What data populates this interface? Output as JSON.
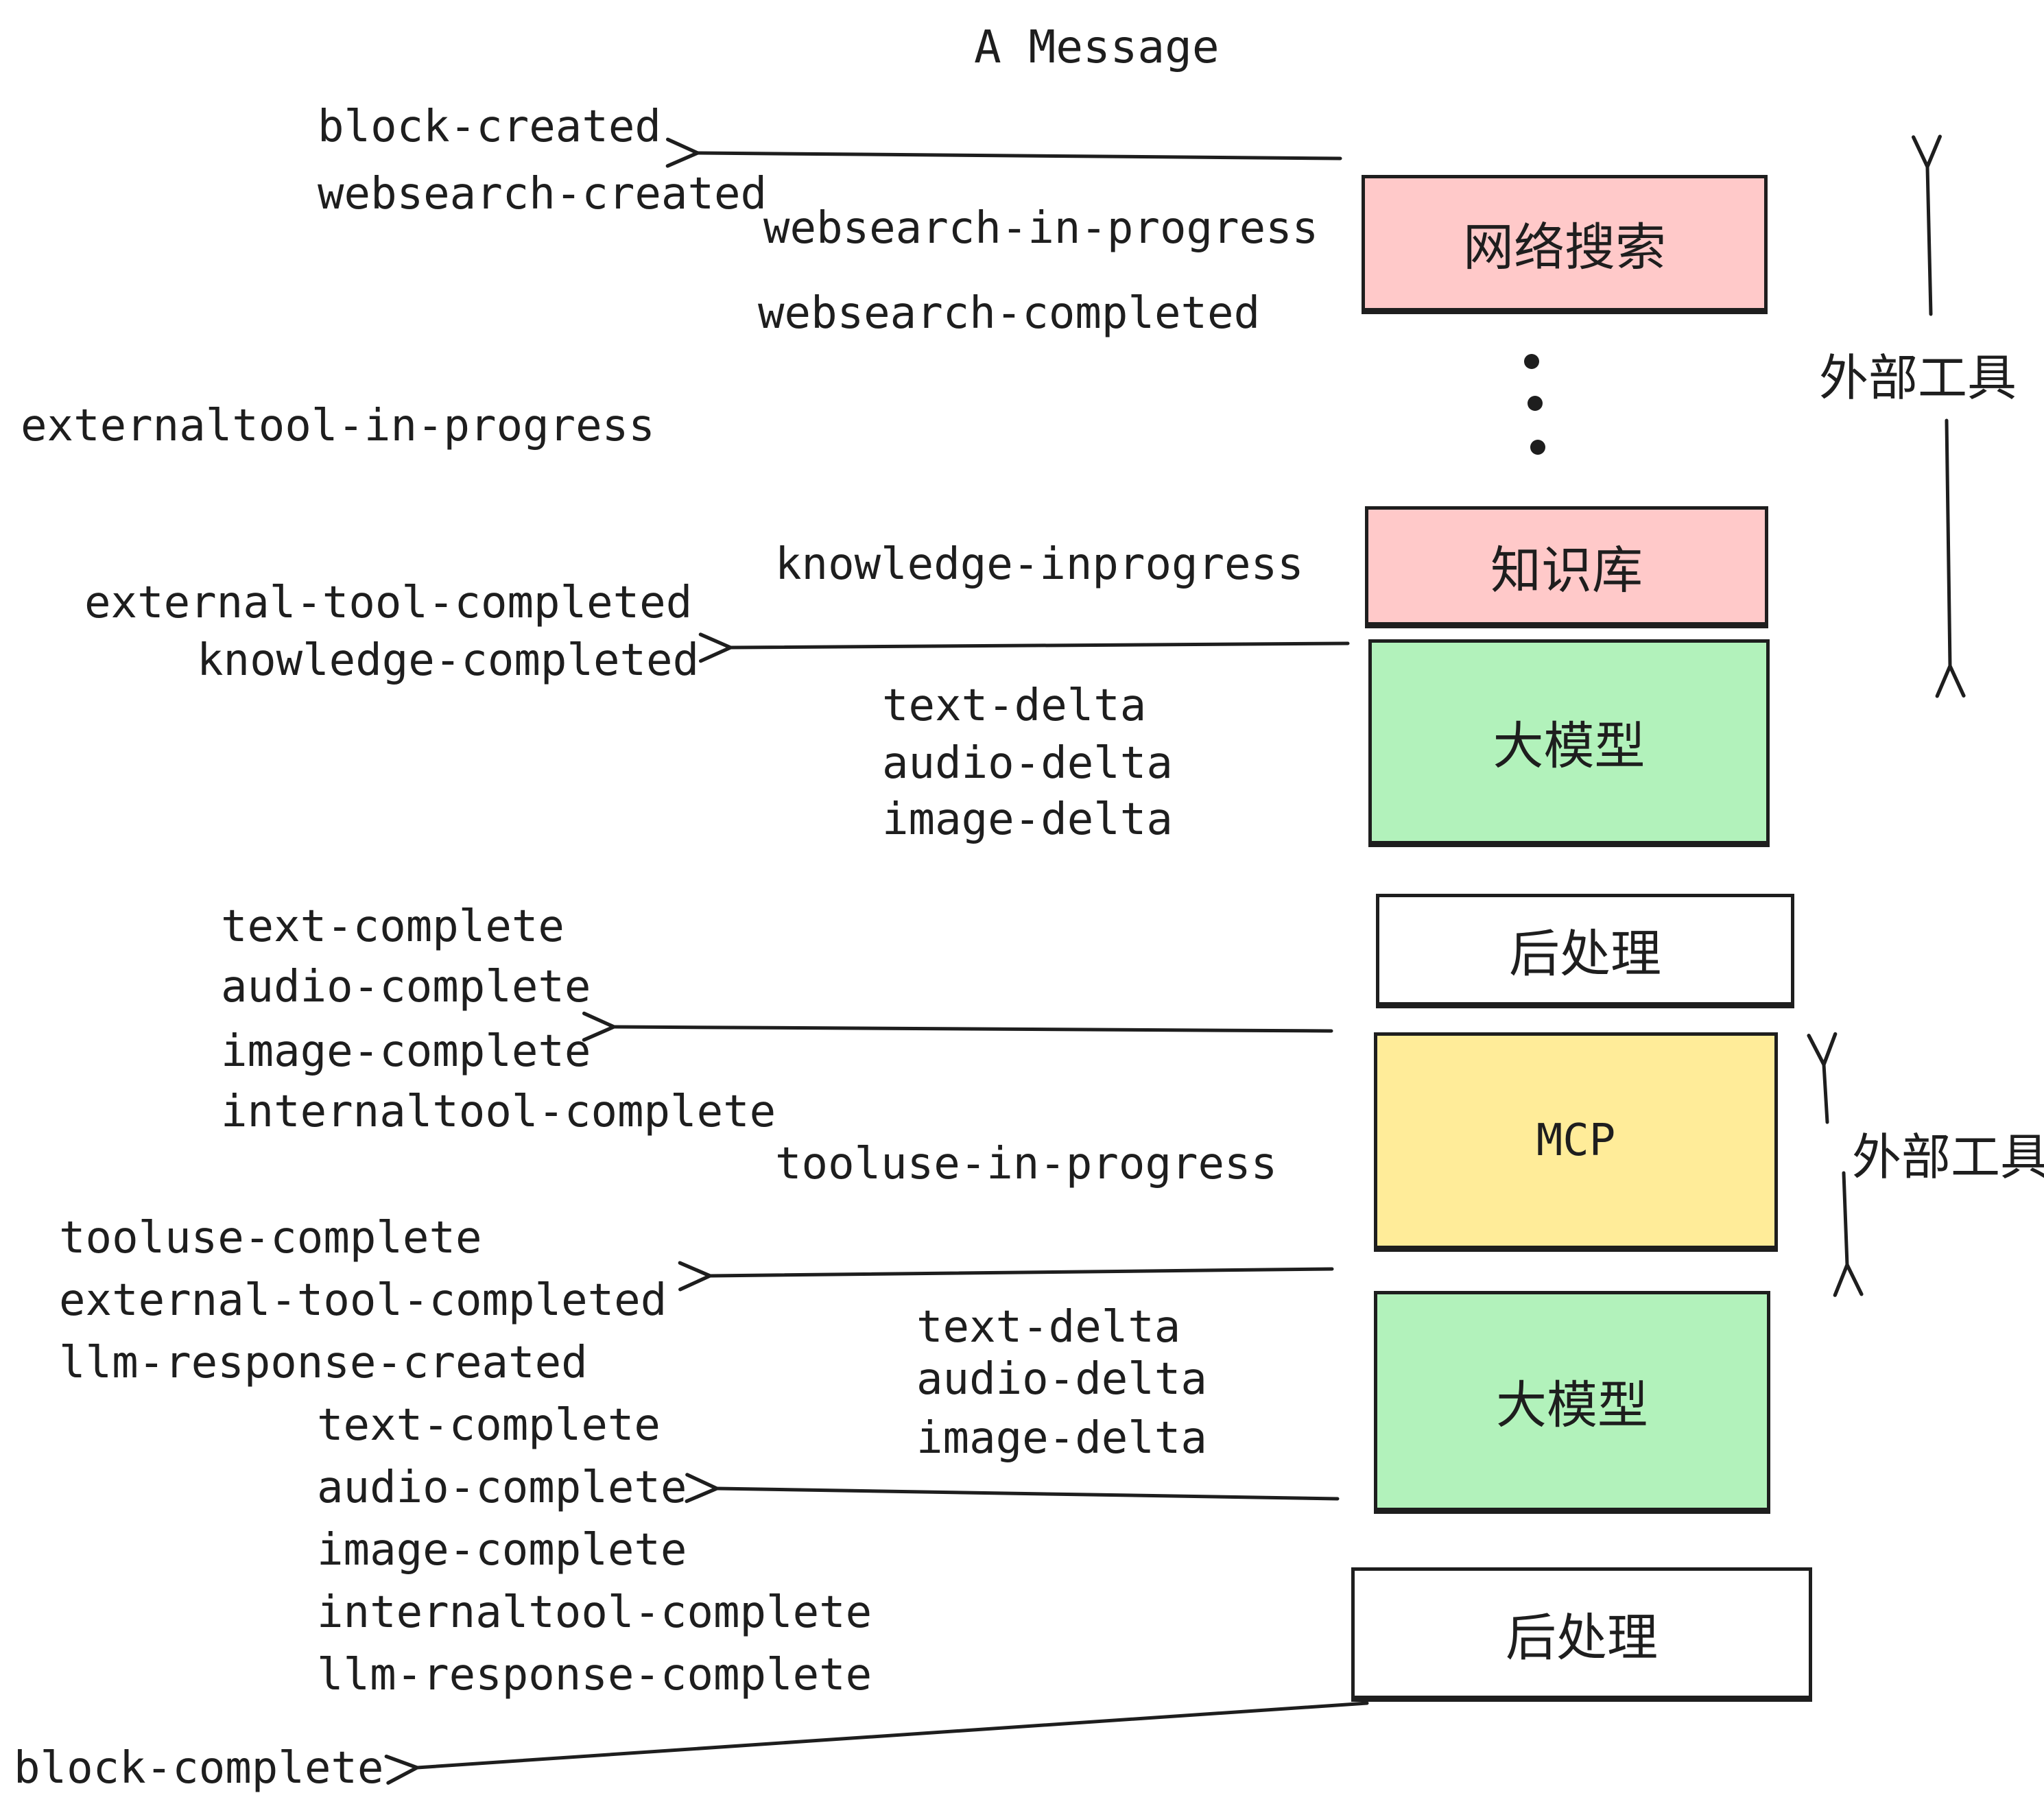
{
  "page": {
    "title": "A Message"
  },
  "colors": {
    "box_pink": "#ffc9c9",
    "box_green": "#b2f2bb",
    "box_yellow": "#ffec99",
    "box_white": "#ffffff",
    "stroke": "#1e1e1e"
  },
  "boxes": {
    "websearch": "网络搜索",
    "knowledge": "知识库",
    "llm1": "大模型",
    "post1": "后处理",
    "mcp": "MCP",
    "llm2": "大模型",
    "post2": "后处理"
  },
  "side_labels": {
    "external_tools_top": "外部工具",
    "external_tools_mid": "外部工具"
  },
  "events": {
    "block_created": "block-created",
    "websearch_created": "websearch-created",
    "websearch_in_progress": "websearch-in-progress",
    "websearch_completed": "websearch-completed",
    "externaltool_in_progress": "externaltool-in-progress",
    "knowledge_inprogress": "knowledge-inprogress",
    "external_tool_completed_1": "external-tool-completed",
    "knowledge_completed": "knowledge-completed",
    "text_delta_1": "text-delta",
    "audio_delta_1": "audio-delta",
    "image_delta_1": "image-delta",
    "text_complete_1": "text-complete",
    "audio_complete_1": "audio-complete",
    "image_complete_1": "image-complete",
    "internaltool_complete_1": "internaltool-complete",
    "tooluse_in_progress": "tooluse-in-progress",
    "tooluse_complete": "tooluse-complete",
    "external_tool_completed_2": "external-tool-completed",
    "llm_response_created": "llm-response-created",
    "text_delta_2": "text-delta",
    "audio_delta_2": "audio-delta",
    "image_delta_2": "image-delta",
    "text_complete_2": "text-complete",
    "audio_complete_2": "audio-complete",
    "image_complete_2": "image-complete",
    "internaltool_complete_2": "internaltool-complete",
    "llm_response_complete": "llm-response-complete",
    "block_complete": "block-complete"
  }
}
